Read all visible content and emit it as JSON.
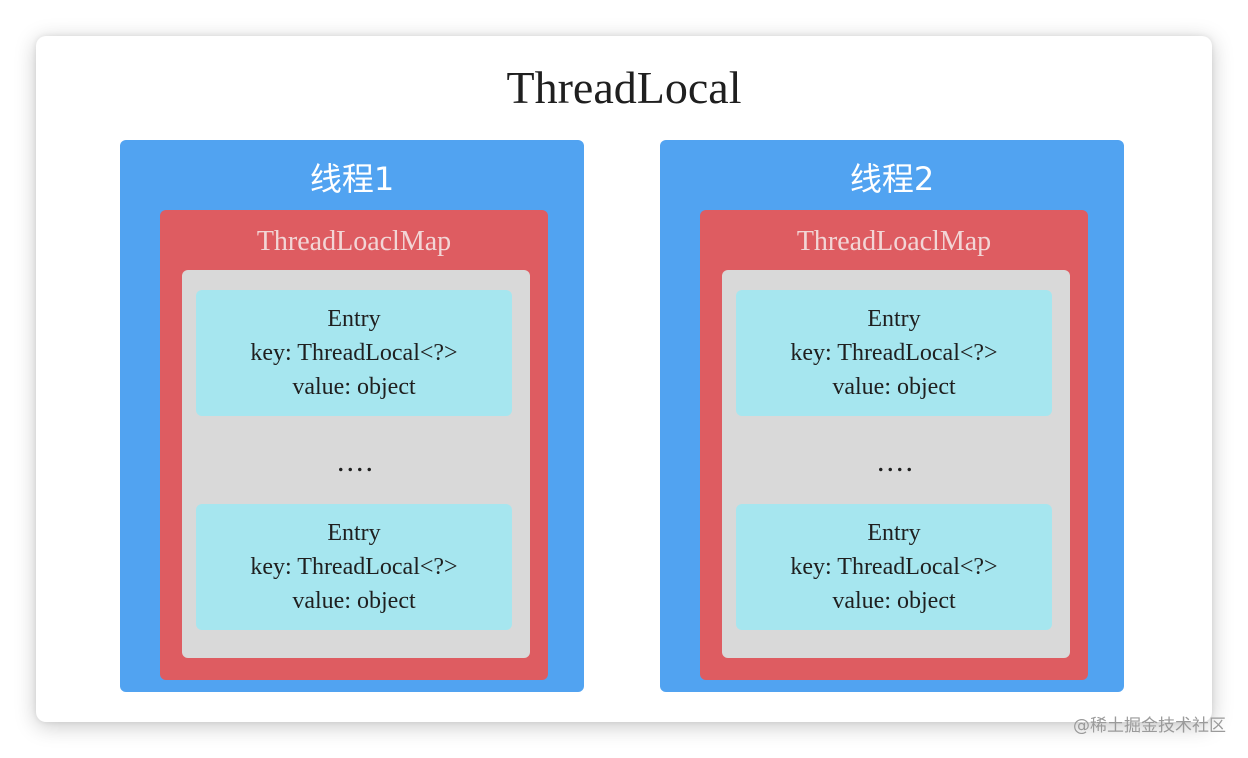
{
  "title": "ThreadLocal",
  "threads": [
    {
      "label": "线程1",
      "map_label": "ThreadLoaclMap",
      "entries": [
        {
          "name": "Entry",
          "key": "key: ThreadLocal<?>",
          "value": "value: object"
        },
        {
          "name": "Entry",
          "key": "key: ThreadLocal<?>",
          "value": "value: object"
        }
      ],
      "ellipsis": "...."
    },
    {
      "label": "线程2",
      "map_label": "ThreadLoaclMap",
      "entries": [
        {
          "name": "Entry",
          "key": "key: ThreadLocal<?>",
          "value": "value: object"
        },
        {
          "name": "Entry",
          "key": "key: ThreadLocal<?>",
          "value": "value: object"
        }
      ],
      "ellipsis": "...."
    }
  ],
  "watermark": "@稀土掘金技术社区",
  "colors": {
    "thread_bg": "#51a3f1",
    "map_bg": "#de5c61",
    "map_inner_bg": "#d9d9d9",
    "entry_bg": "#a6e6ef"
  }
}
